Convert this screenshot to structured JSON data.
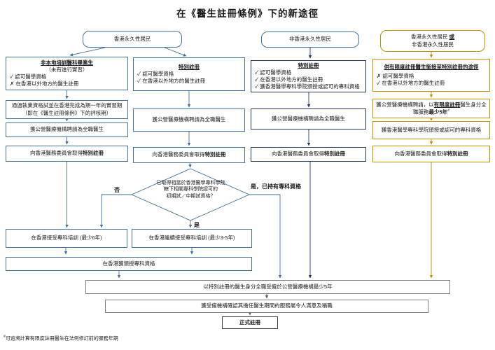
{
  "title": "在《醫生註冊條例》下的新途徑",
  "colors": {
    "path12_blue": "#41719C",
    "path3_navy": "#1F3864",
    "path4_gold": "#BF9000",
    "final_gray": "#7F7F7F"
  },
  "top": {
    "hk_resident": "香港永久性居民",
    "non_hk_resident": "非香港永久性居民",
    "mixed_line1": "香港永久性居民",
    "mixed_or": "或",
    "mixed_line2": "非香港永久性居民"
  },
  "path1": {
    "title": "非本地培訓醫科畢業生",
    "subtitle": "（未有進行實習）",
    "req1": "✓ 認可醫學資格",
    "req2": "✗ 在香港以外地方的醫生註冊",
    "exam_line1": "通過執業資格試並在香港完成為期一年的實習期",
    "exam_line2": "（即在《醫生註冊條例》下的評核期）",
    "employed": "獲公營醫療機構聘請為全職醫生"
  },
  "path2": {
    "title": "特別註冊",
    "req1": "✓ 認可醫學資格",
    "req2": "✓ 在香港以外地方的醫生註冊",
    "employed": "獲公營醫療機構聘請為全職醫生"
  },
  "path3": {
    "title": "特別註冊",
    "req1": "✓ 認可醫學資格",
    "req2": "✓ 在香港以外地方的醫生註冊",
    "req3": "✓ 獲香港醫學專科學院頒授或認可的專科資格",
    "employed": "獲公營醫療機構聘請為全職醫生"
  },
  "path4": {
    "title": "供有限度註冊醫生銜接至特別註冊的途徑",
    "req1": "✗ 認可醫學資格",
    "req2": "✓ 在香港以外地方的醫生註冊",
    "employed_pre": "獲公營醫療機構聘請，以",
    "employed_underline": "有限度註冊",
    "employed_mid": "醫生身分全職服務",
    "employed_bold": "最少5年",
    "employed_sup": "#",
    "fellowship": "獲香港醫學專科學院頒授或認可的專科資格"
  },
  "mc_registration": {
    "prefix": "向香港醫務委員會取得",
    "bold": "特別註冊"
  },
  "decision": {
    "line1": "已取得相當於香港醫學專科學院",
    "line2": "轄下相關專科學院認可的",
    "line3": "初期試／中期試資格？",
    "label_no": "否",
    "label_yes": "是",
    "label_yes_specialist": "是，已持有專科資格"
  },
  "training": {
    "six_years": "在香港接受專科培訓 (最少6年)",
    "continue_3_5": "在香港繼續接受專科培訓 (最少3-5年)",
    "qualification": "在香港獲頒授專科資格"
  },
  "final": {
    "serve_5_years": "以特別註冊的醫生身分全職受僱於公營醫療機構最少5年",
    "confirm_service": "獲受僱機構確認其擔任醫生期間的服務屬令人滿意及稱職",
    "full_registration": "正式註冊"
  },
  "footnote": {
    "sup": "#",
    "text": "可追溯計算有限度註冊醫生在法例修訂前的服務年期"
  }
}
